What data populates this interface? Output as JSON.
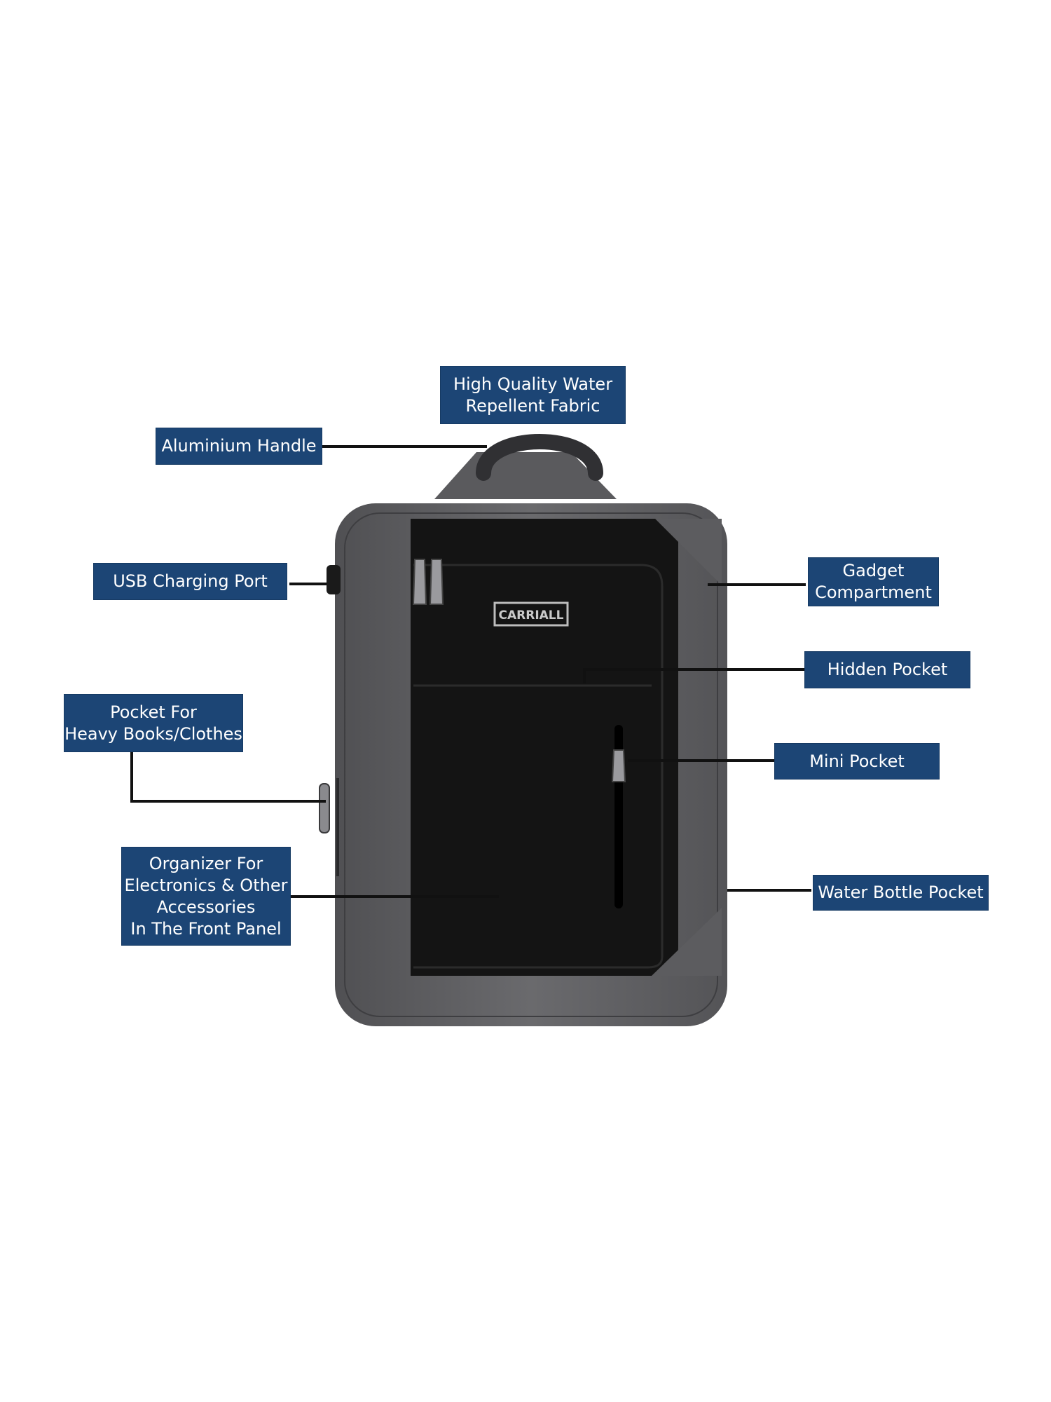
{
  "brand": {
    "logo_text": "CARRIALL"
  },
  "colors": {
    "label_bg": "#1c4575",
    "label_text": "#ffffff",
    "bag_grey": "#5f5f62",
    "bag_black": "#121212",
    "leader_line": "#111111"
  },
  "callouts": [
    {
      "id": "high-quality-fabric",
      "lines": [
        "High Quality Water",
        "Repellent Fabric"
      ]
    },
    {
      "id": "aluminium-handle",
      "lines": [
        "Aluminium Handle"
      ]
    },
    {
      "id": "usb-charging-port",
      "lines": [
        "USB Charging Port"
      ]
    },
    {
      "id": "gadget-compartment",
      "lines": [
        "Gadget",
        "Compartment"
      ]
    },
    {
      "id": "hidden-pocket",
      "lines": [
        "Hidden Pocket"
      ]
    },
    {
      "id": "pocket-heavy-books",
      "lines": [
        "Pocket For",
        "Heavy Books/Clothes"
      ]
    },
    {
      "id": "mini-pocket",
      "lines": [
        "Mini Pocket"
      ]
    },
    {
      "id": "organizer-front-panel",
      "lines": [
        "Organizer For",
        "Electronics & Other",
        "Accessories",
        "In The Front Panel"
      ]
    },
    {
      "id": "water-bottle-pocket",
      "lines": [
        "Water Bottle Pocket"
      ]
    }
  ]
}
